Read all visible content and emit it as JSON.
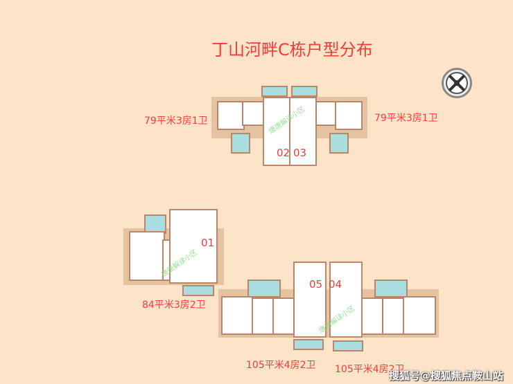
{
  "title": "丁山河畔C栋户型分布",
  "units": [
    {
      "id": "02",
      "label": "79平米3房1卫"
    },
    {
      "id": "03",
      "label": "79平米3房1卫"
    },
    {
      "id": "01",
      "label": "84平米3房2卫"
    },
    {
      "id": "05",
      "label": "105平米4房2卫"
    },
    {
      "id": "04",
      "label": "105平米4房2卫"
    }
  ],
  "plan_watermark": "唐唐解读小区",
  "source_watermark": "搜狐号@搜狐焦点鞍山站",
  "icons": [
    "compass-icon"
  ],
  "colors": {
    "background": "#fde4c9",
    "text": "#ef3e3a",
    "balcony": "#a9dde0",
    "wall": "#b9866a"
  }
}
